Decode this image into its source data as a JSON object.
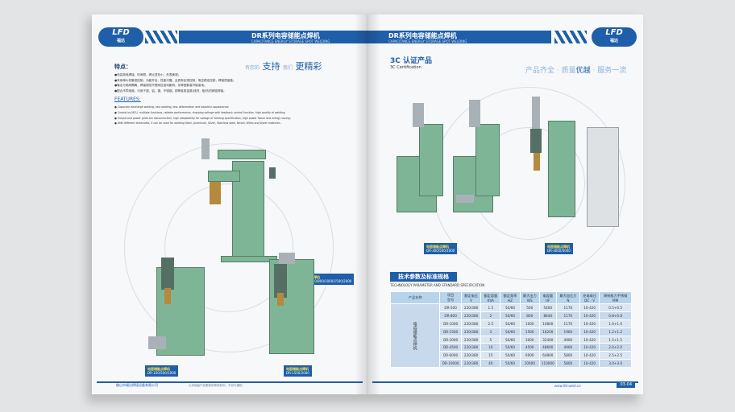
{
  "left": {
    "header_title": "DR系列电容储能点焊机",
    "header_sub": "CAPACITANCE ENERGY STORAGE SPOT WELDING",
    "logo": "LFD",
    "logo_cn": "福达",
    "slogan_small_1": "有您的",
    "slogan_big_1": "支持",
    "slogan_small_2": "我们",
    "slogan_big_2": "更精彩",
    "features_cn_title": "特点：",
    "features_cn": [
      "●电容放电焊接，时间短，焊点变形小，外表美观；",
      "●采用单片机集成控制，功能齐全，性能可靠，且具有反馈控制，电压稳定控制，焊接质量高；",
      "●输出与电网隔离，焊接规范不受网压波动影响，功率因数高节能省电；",
      "●配合不同电极，可用于银、铝、镍、不锈钢，铜等各类金属(线材，板材)的精密焊接;"
    ],
    "features_en_title": "FEATURES:",
    "features_en": [
      "● Capacitor discharge welding, fast welding, less deformation and beautiful appearance;",
      "● Control by MCU, multiple functions, reliable performance, charging voltage with feedback control function, high quality of welding;",
      "● Output and power grids are disconnection, high adaptability for voltage of welding specification, high power factor and energy saving;",
      "● With different electrodes, it can be used for welding Steel, Aluminum, Silver, Stainless steel, Nickel, Wires and Sheet materials."
    ],
    "label_a_cn": "电容储能点焊机",
    "label_a_model": "DR-300/500/800/1000/1500/2000",
    "label_b_cn": "电容储能点焊机",
    "label_b_model": "DR-100/500/1000",
    "label_c_cn": "电容储能点焊机",
    "label_c_model": "DR-1500/2000",
    "footer_company": "佛山市福达焊接设备有限公司",
    "footer_note": "公司保留产品更新的修改权利，不另行通知"
  },
  "right": {
    "header_title": "DR系列电容储能点焊机",
    "header_sub": "CAPACITANCE ENERGY STORAGE SPOT WELDING",
    "logo": "LFD",
    "logo_cn": "福达",
    "cert_cn": "3C 认证产品",
    "cert_en": "3C Certification",
    "slogan_a": "产品齐全 · 质量",
    "slogan_b": "优越",
    "slogan_c": " · 服务一流",
    "label_a_cn": "电容储能点焊机",
    "label_a_model": "DR-300/500/1000",
    "label_b_cn": "电容储能点焊机",
    "label_b_model": "DR-3000/4000",
    "table_title": "技术参数及标准规格",
    "table_sub": "TECHNOLOGY PARAMETER AND STANDARD SPECIFICATION",
    "columns": [
      {
        "cn": "产品名称",
        "en": ""
      },
      {
        "cn": "项目",
        "en": "型号"
      },
      {
        "cn": "额定电压",
        "en": "V"
      },
      {
        "cn": "额定容量",
        "en": "KVA"
      },
      {
        "cn": "额定频率",
        "en": "HZ"
      },
      {
        "cn": "最大出力",
        "en": "WS"
      },
      {
        "cn": "电容量",
        "en": "UF"
      },
      {
        "cn": "最大加压力",
        "en": "N"
      },
      {
        "cn": "充电电压",
        "en": "DC · V"
      },
      {
        "cn": "焊接能力不锈钢",
        "en": "MM"
      }
    ],
    "product_name": "电容储能点焊机",
    "rows": [
      [
        "DR-500",
        "220/380",
        "1.5",
        "50/60",
        "500",
        "5400",
        "1176",
        "10-420",
        "0.5+0.5"
      ],
      [
        "DR-800",
        "220/380",
        "2",
        "50/60",
        "800",
        "8640",
        "1176",
        "10-420",
        "0.8+0.8"
      ],
      [
        "DR-1000",
        "220/380",
        "2.5",
        "50/60",
        "1000",
        "10800",
        "1176",
        "10-420",
        "1.0+1.0"
      ],
      [
        "DR-1500",
        "220/380",
        "3",
        "50/60",
        "1500",
        "16200",
        "1960",
        "10-420",
        "1.2+1.2"
      ],
      [
        "DR-3000",
        "220/380",
        "5",
        "50/60",
        "3000",
        "32400",
        "4900",
        "10-420",
        "1.5+1.5"
      ],
      [
        "DR-4500",
        "220/380",
        "10",
        "50/60",
        "4500",
        "48600",
        "4900",
        "10-420",
        "2.0+2.0"
      ],
      [
        "DR-6000",
        "220/380",
        "15",
        "50/60",
        "6000",
        "64800",
        "5800",
        "10-420",
        "2.5+2.5"
      ],
      [
        "DR-10000",
        "220/380",
        "40",
        "50/60",
        "10000",
        "110000",
        "5800",
        "10-420",
        "3.0+3.0"
      ]
    ],
    "footer_web": "www.lfd-weld.cn",
    "page_numbers": "03-04"
  },
  "colors": {
    "accent": "#1f5ea8",
    "machine": "#7fb597",
    "table_head": "#b6d4ec"
  }
}
